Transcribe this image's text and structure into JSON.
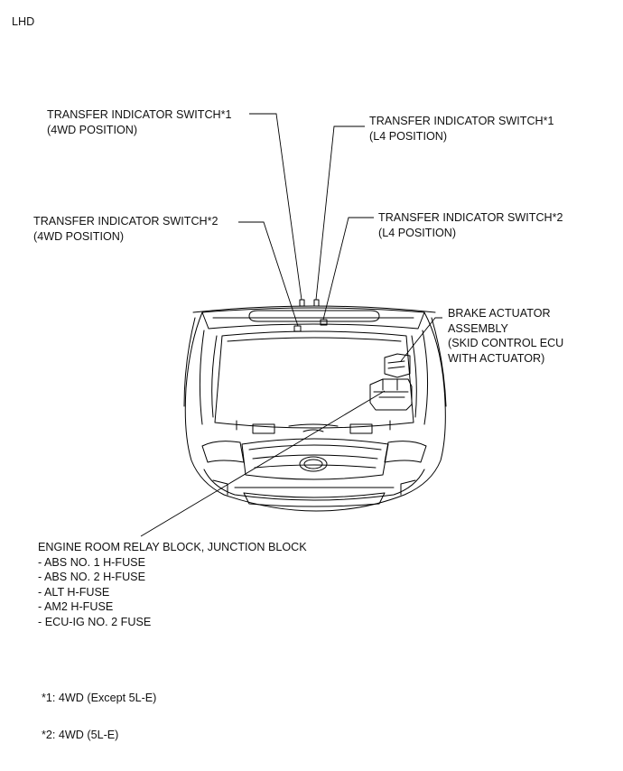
{
  "corner_label": "LHD",
  "callouts": {
    "switch1_4wd": [
      "TRANSFER INDICATOR SWITCH*1",
      "(4WD POSITION)"
    ],
    "switch1_l4": [
      "TRANSFER INDICATOR SWITCH*1",
      "(L4 POSITION)"
    ],
    "switch2_4wd": [
      "TRANSFER INDICATOR SWITCH*2",
      "(4WD POSITION)"
    ],
    "switch2_l4": [
      "TRANSFER INDICATOR SWITCH*2",
      "(L4 POSITION)"
    ],
    "brake_actuator": [
      "BRAKE ACTUATOR",
      "ASSEMBLY",
      "(SKID CONTROL ECU",
      "WITH ACTUATOR)"
    ],
    "relay_block": {
      "title": "ENGINE ROOM RELAY BLOCK, JUNCTION BLOCK",
      "items": [
        "- ABS NO. 1 H-FUSE",
        "- ABS NO. 2 H-FUSE",
        "- ALT H-FUSE",
        "- AM2 H-FUSE",
        "- ECU-IG NO. 2 FUSE"
      ]
    }
  },
  "footnotes": [
    "*1: 4WD (Except 5L-E)",
    "*2: 4WD (5L-E)"
  ]
}
